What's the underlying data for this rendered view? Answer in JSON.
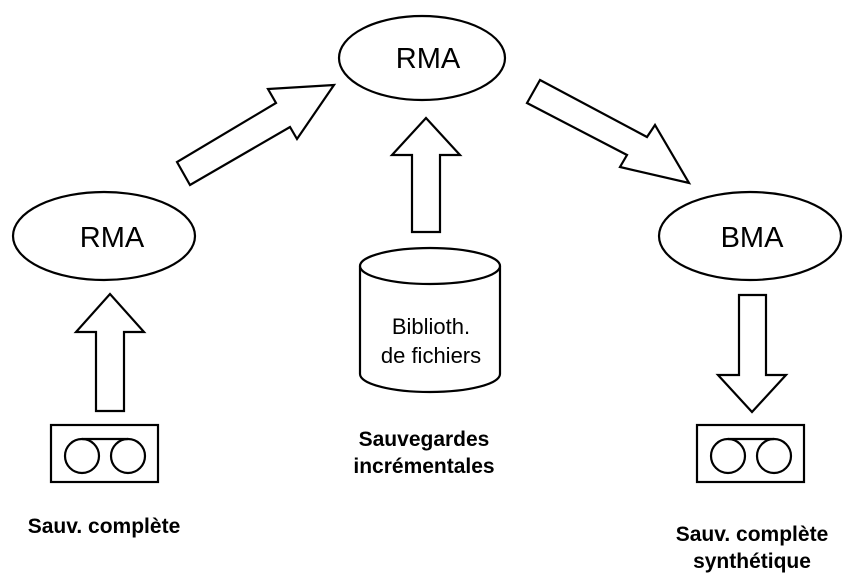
{
  "nodes": {
    "rma_top": "RMA",
    "rma_left": "RMA",
    "bma_right": "BMA"
  },
  "library": {
    "line1": "Biblioth.",
    "line2": "de fichiers"
  },
  "captions": {
    "full_backup": "Sauv. complète",
    "incremental_line1": "Sauvegardes",
    "incremental_line2": "incrémentales",
    "synthetic_line1": "Sauv. complète",
    "synthetic_line2": "synthétique"
  },
  "icons": [
    "tape-cartridge-icon",
    "tape-cartridge-icon",
    "database-cylinder-icon"
  ]
}
